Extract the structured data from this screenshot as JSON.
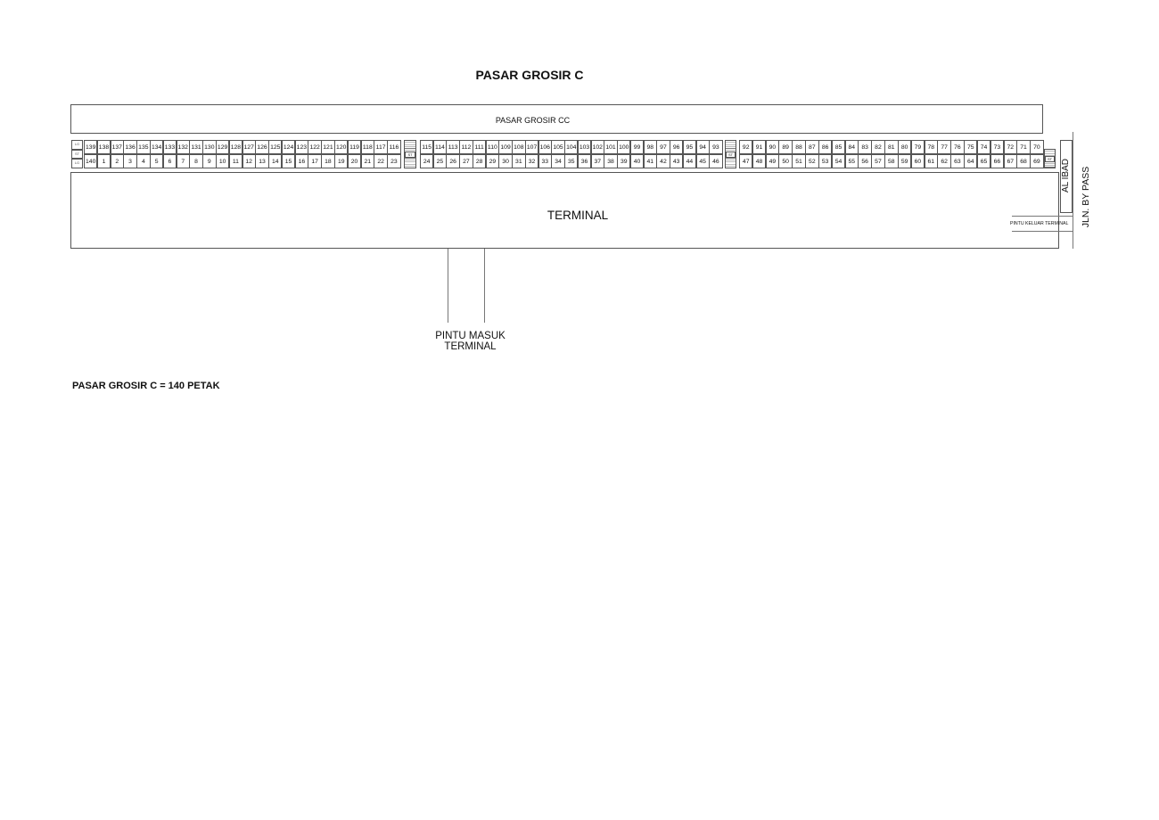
{
  "title": "PASAR GROSIR C",
  "building_labels": {
    "grosir_cc": "PASAR GROSIR CC",
    "terminal": "TERMINAL",
    "al_ibad": "AL IBAD",
    "jln_by_pass": "JLN. BY PASS",
    "exit": "PINTU KELUAR TERMINAL",
    "entrance_line1": "PINTU MASUK",
    "entrance_line2": "TERMINAL"
  },
  "stair_label": "ST",
  "left_end_labels": [
    "LG",
    "ST",
    "LG"
  ],
  "summary": "PASAR GROSIR C = 140 PETAK",
  "stall_blocks": [
    {
      "top": [
        "139",
        "138",
        "137",
        "136",
        "135",
        "134",
        "133",
        "132",
        "131",
        "130",
        "129",
        "128",
        "127",
        "126",
        "125",
        "124",
        "123",
        "122",
        "121",
        "120",
        "119",
        "118",
        "117",
        "116"
      ],
      "bottom": [
        "140",
        "1",
        "2",
        "3",
        "4",
        "5",
        "6",
        "7",
        "8",
        "9",
        "10",
        "11",
        "12",
        "13",
        "14",
        "15",
        "16",
        "17",
        "18",
        "19",
        "20",
        "21",
        "22",
        "23"
      ]
    },
    {
      "top": [
        "115",
        "114",
        "113",
        "112",
        "111",
        "110",
        "109",
        "108",
        "107",
        "106",
        "105",
        "104",
        "103",
        "102",
        "101",
        "100",
        "99",
        "98",
        "97",
        "96",
        "95",
        "94",
        "93"
      ],
      "bottom": [
        "24",
        "25",
        "26",
        "27",
        "28",
        "29",
        "30",
        "31",
        "32",
        "33",
        "34",
        "35",
        "36",
        "37",
        "38",
        "39",
        "40",
        "41",
        "42",
        "43",
        "44",
        "45",
        "46"
      ]
    },
    {
      "top": [
        "92",
        "91",
        "90",
        "89",
        "88",
        "87",
        "86",
        "85",
        "84",
        "83",
        "82",
        "81",
        "80",
        "79",
        "78",
        "77",
        "76",
        "75",
        "74",
        "73",
        "72",
        "71",
        "70"
      ],
      "bottom": [
        "47",
        "48",
        "49",
        "50",
        "51",
        "52",
        "53",
        "54",
        "55",
        "56",
        "57",
        "58",
        "59",
        "60",
        "61",
        "62",
        "63",
        "64",
        "65",
        "66",
        "67",
        "68",
        "69"
      ]
    }
  ]
}
